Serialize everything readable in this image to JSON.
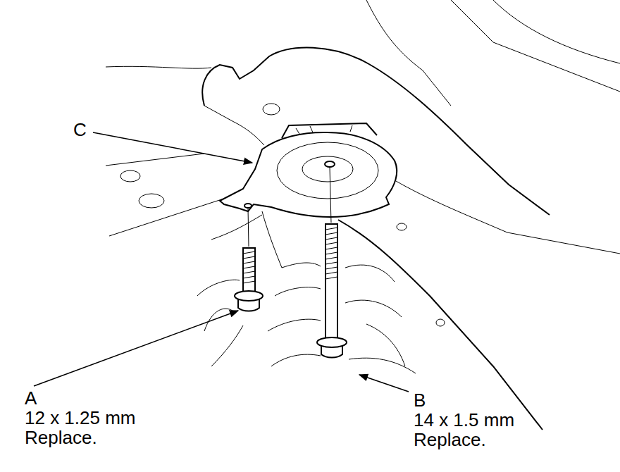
{
  "diagram": {
    "labels": [
      "C",
      "A",
      "12 x 1.25 mm",
      "Replace.",
      "B",
      "14 x 1.5 mm",
      "Replace."
    ]
  }
}
